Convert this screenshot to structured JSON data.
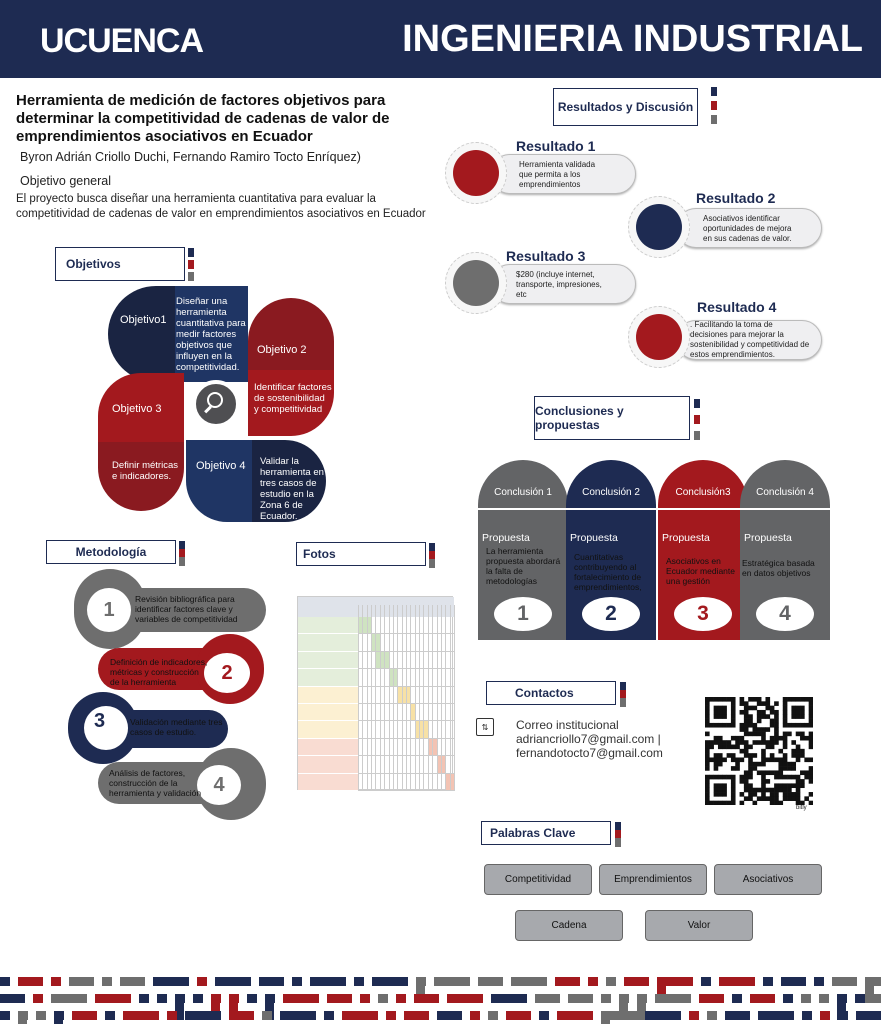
{
  "header": {
    "logo": "UCUENCA",
    "faculty": "INGENIERIA INDUSTRIAL"
  },
  "intro": {
    "title": "Herramienta de medición de factores objetivos para determinar la competitividad de cadenas de valor de emprendimientos asociativos en Ecuador",
    "authors": "Byron Adrián Criollo Duchi, Fernando Ramiro Tocto Enríquez)",
    "objective_heading": "Objetivo general",
    "objective_text": "El proyecto busca diseñar una herramienta cuantitativa para evaluar la competitividad de cadenas de valor en emprendimientos asociativos en Ecuador"
  },
  "objetivos": {
    "heading": "Objetivos",
    "items": [
      {
        "label": "Objetivo1",
        "text": "Diseñar una herramienta cuantitativa para medir factores objetivos que influyen en la competitividad."
      },
      {
        "label": "Objetivo 2",
        "text": "Identificar factores de sostenibilidad y competitividad"
      },
      {
        "label": "Objetivo 3",
        "text": "Definir métricas e indicadores."
      },
      {
        "label": "Objetivo 4",
        "text": "Validar la herramienta en tres casos de estudio en la Zona 6 de Ecuador."
      }
    ]
  },
  "metodologia": {
    "heading": "Metodología",
    "steps": [
      {
        "num": "1",
        "text": "Revisión bibliográfica para identificar factores clave y variables de competitividad"
      },
      {
        "num": "2",
        "text": "Definición de indicadores, métricas y construcción de la herramienta"
      },
      {
        "num": "3",
        "text": "Validación mediante tres casos de estudio."
      },
      {
        "num": "4",
        "text": "Análisis de factores, construcción de la herramienta y validación"
      }
    ]
  },
  "fotos": {
    "heading": "Fotos"
  },
  "resultados": {
    "heading": "Resultados y Discusión",
    "items": [
      {
        "title": "Resultado 1",
        "text": "Herramienta validada que permita a los emprendimientos",
        "color": "#a3191e"
      },
      {
        "title": "Resultado 2",
        "text": "Asociativos identificar oportunidades de mejora en sus cadenas de valor.",
        "color": "#1e2b52"
      },
      {
        "title": "Resultado 3",
        "text": "$280 (incluye internet, transporte, impresiones, etc",
        "color": "#6e6e6e"
      },
      {
        "title": "Resultado 4",
        "text": ". Facilitando la toma de decisiones para mejorar la sostenibilidad y competitividad de estos emprendimientos.",
        "color": "#a3191e"
      }
    ]
  },
  "conclusiones": {
    "heading": "Conclusiones y propuestas",
    "items": [
      {
        "title": "Conclusión 1",
        "propuesta": "Propuesta",
        "text": "La herramienta propuesta abordará la falta de metodologías",
        "num": "1",
        "color": "#636466"
      },
      {
        "title": "Conclusión 2",
        "propuesta": "Propuesta",
        "text": "Cuantitativas contribuyendo al fortalecimiento de emprendimientos,",
        "num": "2",
        "color": "#1e2b52"
      },
      {
        "title": "Conclusión3",
        "propuesta": "Propuesta",
        "text": "Asociativos en Ecuador mediante una gestión",
        "num": "3",
        "color": "#a3191e"
      },
      {
        "title": "Conclusión 4",
        "propuesta": "Propuesta",
        "text": "Estratégica basada en datos objetivos",
        "num": "4",
        "color": "#636466"
      }
    ]
  },
  "contactos": {
    "heading": "Contactos",
    "label": "Correo institucional",
    "email1": "adriancriollo7@gmail.com |",
    "email2": "fernandotocto7@gmail.com",
    "qr_brand": "bitly"
  },
  "palabras": {
    "heading": "Palabras Clave",
    "items": [
      "Competitividad",
      "Emprendimientos",
      "Asociativos",
      "Cadena",
      "Valor"
    ]
  },
  "colors": {
    "navy": "#1e2b52",
    "red": "#a3191e",
    "gray": "#6e6e6e"
  }
}
